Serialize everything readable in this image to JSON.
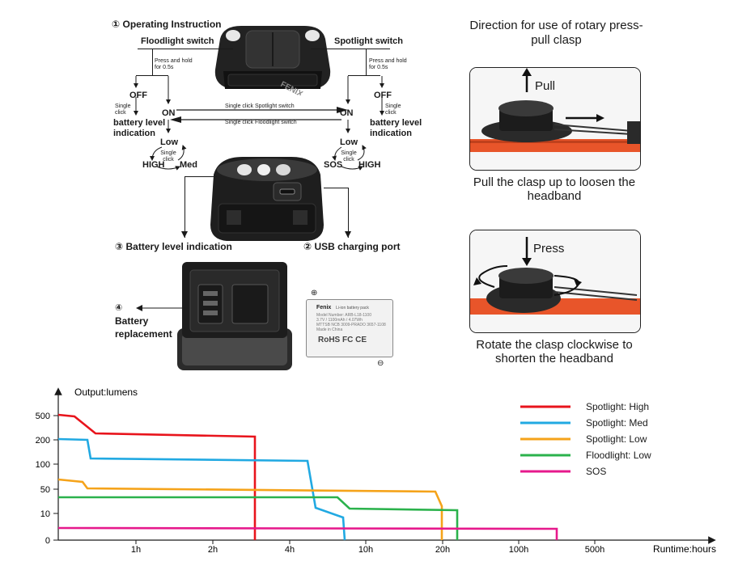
{
  "instructions": {
    "title": "① Operating Instruction",
    "floodlight_switch": "Floodlight switch",
    "spotlight_switch": "Spotlight switch",
    "press_hold_left": "Press and hold for 0.5s",
    "press_hold_right": "Press and hold for 0.5s",
    "left_flow": {
      "off": "OFF",
      "single_click_1": "Single click",
      "on": "ON",
      "battery": "battery level indication",
      "low": "Low",
      "single_click_2": "Single click",
      "high": "HIGH",
      "med": "Med"
    },
    "right_flow": {
      "off": "OFF",
      "single_click_1": "Single click",
      "on": "ON",
      "battery": "battery level indication",
      "low": "Low",
      "single_click_2": "Single click",
      "sos": "SOS",
      "high": "HIGH"
    },
    "switch_to_spot": "Single click Spotlight switch",
    "switch_to_flood": "Single click Floodlight switch",
    "battery_indication": "③ Battery level indication",
    "usb_port": "② USB charging port",
    "battery_replacement_num": "④",
    "battery_replacement": "Battery replacement",
    "battery_label": {
      "brand": "Fenix",
      "line1": "Li-ion battery pack",
      "line2": "Model Number: ARB-L18-1100",
      "line3": "3.7V / 1100mAh / 4.07Wh",
      "line4": "MTTSB NCB 3009-PRADO 3657-1108",
      "line5": "Made in China",
      "certs": "RoHS FC CE",
      "plus": "⊕",
      "minus": "⊖"
    },
    "logo": "FENIX"
  },
  "clasp": {
    "title": "Direction for use of rotary press-pull clasp",
    "pull_label": "Pull",
    "pull_caption": "Pull the clasp up to loosen the headband",
    "press_label": "Press",
    "press_caption": "Rotate the clasp clockwise to shorten the headband"
  },
  "colors": {
    "high": "#e8141c",
    "med": "#21a9e2",
    "low": "#f5a31a",
    "flood": "#2bb24c",
    "sos": "#e6198c",
    "band": "#e8552a"
  },
  "chart_data": {
    "type": "line",
    "ylabel": "Output:lumens",
    "xlabel": "Runtime:hours",
    "y_ticks": [
      "0",
      "10",
      "50",
      "100",
      "200",
      "500"
    ],
    "x_ticks": [
      "1h",
      "2h",
      "4h",
      "10h",
      "20h",
      "100h",
      "500h"
    ],
    "scale": "non-linear (categorical ticks)",
    "legend_position": "top-right",
    "series": [
      {
        "name": "Spotlight: High",
        "color": "#e8141c",
        "points": [
          [
            "0h",
            500
          ],
          [
            "0.2h",
            480
          ],
          [
            "0.45h",
            230
          ],
          [
            "3h",
            215
          ],
          [
            "3h",
            0
          ]
        ]
      },
      {
        "name": "Spotlight: Med",
        "color": "#21a9e2",
        "points": [
          [
            "0h",
            200
          ],
          [
            "0.35h",
            195
          ],
          [
            "0.4h",
            115
          ],
          [
            "4.5h",
            110
          ],
          [
            "5h",
            12
          ],
          [
            "7h",
            8
          ],
          [
            "7h",
            0
          ]
        ]
      },
      {
        "name": "Spotlight: Low",
        "color": "#f5a31a",
        "points": [
          [
            "0h",
            70
          ],
          [
            "0.3h",
            65
          ],
          [
            "0.4h",
            50
          ],
          [
            "19h",
            45
          ],
          [
            "20h",
            0
          ]
        ]
      },
      {
        "name": "Floodlight: Low",
        "color": "#2bb24c",
        "points": [
          [
            "0h",
            33
          ],
          [
            "6.5h",
            33
          ],
          [
            "7h",
            12
          ],
          [
            "20h",
            10
          ],
          [
            "20h",
            0
          ]
        ]
      },
      {
        "name": "SOS",
        "color": "#e6198c",
        "points": [
          [
            "0h",
            5
          ],
          [
            "240h",
            4
          ],
          [
            "240h",
            0
          ]
        ]
      }
    ]
  }
}
